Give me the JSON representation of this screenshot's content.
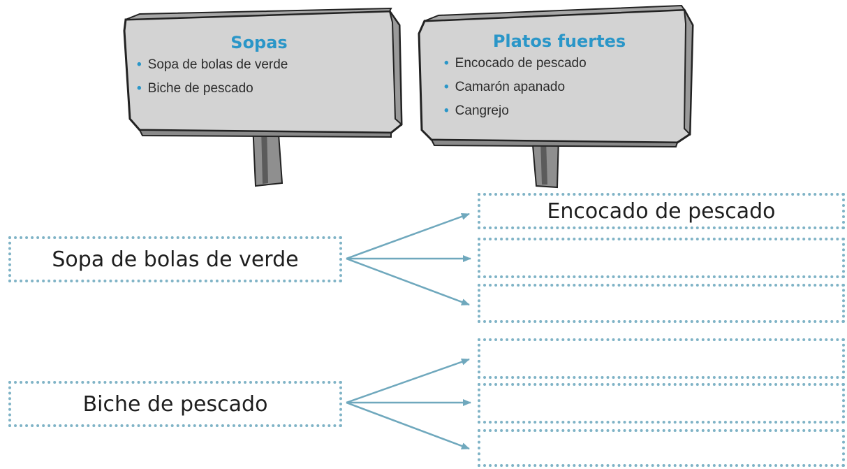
{
  "signs": [
    {
      "title": "Sopas",
      "items": [
        "Sopa de bolas de verde",
        "Biche de pescado"
      ]
    },
    {
      "title": "Platos fuertes",
      "items": [
        "Encocado de pescado",
        "Camarón apanado",
        "Cangrejo"
      ]
    }
  ],
  "sources": [
    {
      "label": "Sopa de bolas de verde"
    },
    {
      "label": "Biche de pescado"
    }
  ],
  "answers": [
    {
      "value": "Encocado de pescado"
    },
    {
      "value": ""
    },
    {
      "value": ""
    },
    {
      "value": ""
    },
    {
      "value": ""
    },
    {
      "value": ""
    }
  ],
  "colors": {
    "accent": "#2a96c8",
    "dotted_border": "#7fb3c6",
    "arrow": "#6fa8bd",
    "wood": "#c9c9c9"
  }
}
